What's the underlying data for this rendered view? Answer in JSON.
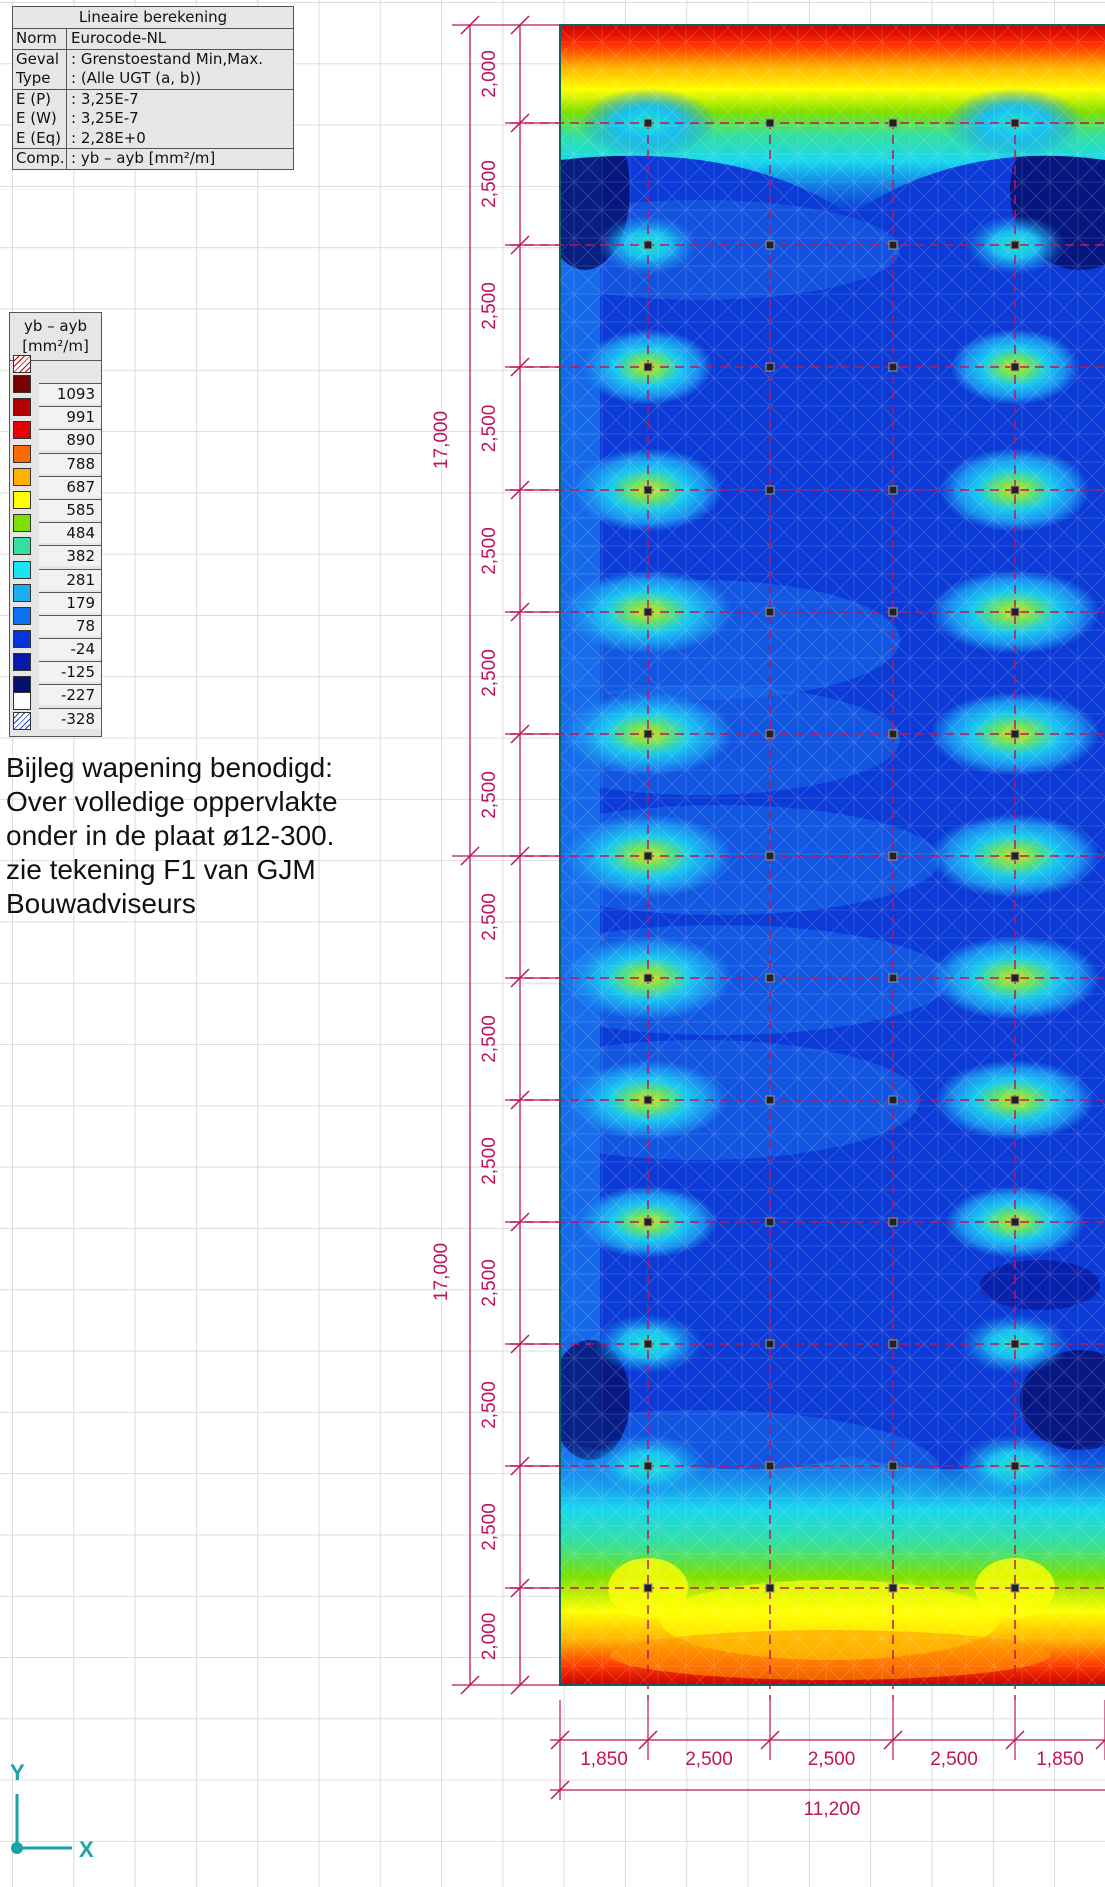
{
  "info_table": {
    "title": "Lineaire berekening",
    "rows": [
      {
        "key": "Norm",
        "value": "Eurocode-NL"
      },
      {
        "key": "Geval",
        "value": ": Grenstoestand Min,Max."
      },
      {
        "key": "Type",
        "value": ": (Alle UGT  (a, b))"
      },
      {
        "key": "E (P)",
        "value": ": 3,25E-7"
      },
      {
        "key": "E (W)",
        "value": ": 3,25E-7"
      },
      {
        "key": "E (Eq)",
        "value": ": 2,28E+0"
      },
      {
        "key": "Comp.",
        "value": ": yb – ayb [mm²/m]"
      }
    ]
  },
  "legend": {
    "title_line1": "yb – ayb",
    "title_line2": "[mm²/m]",
    "items": [
      {
        "value": "1093",
        "color": "#7a0000"
      },
      {
        "value": "991",
        "color": "#b30000"
      },
      {
        "value": "890",
        "color": "#e80000"
      },
      {
        "value": "788",
        "color": "#ff6a00"
      },
      {
        "value": "687",
        "color": "#ffb000"
      },
      {
        "value": "585",
        "color": "#ffff00"
      },
      {
        "value": "484",
        "color": "#7ee000"
      },
      {
        "value": "382",
        "color": "#33e0a0"
      },
      {
        "value": "281",
        "color": "#19e4f0"
      },
      {
        "value": "179",
        "color": "#1aaef0"
      },
      {
        "value": "78",
        "color": "#0d70ee"
      },
      {
        "value": "-24",
        "color": "#0a32dc"
      },
      {
        "value": "-125",
        "color": "#0818a8"
      },
      {
        "value": "-227",
        "color": "#061070"
      },
      {
        "value": "-328",
        "color": "#ffffff"
      }
    ]
  },
  "note": {
    "lines": [
      "Bijleg wapening benodigd:",
      "Over volledige oppervlakte",
      "onder in de plaat ø12-300.",
      "zie tekening F1 van GJM",
      "Bouwadviseurs"
    ]
  },
  "dimensions": {
    "vertical_total_top": "17,000",
    "vertical_total_bottom": "17,000",
    "vertical_segments": [
      "2,000",
      "2,500",
      "2,500",
      "2,500",
      "2,500",
      "2,500",
      "2,500",
      "2,500",
      "2,500",
      "2,500",
      "2,500",
      "2,500",
      "2,500",
      "2,000"
    ],
    "horizontal_segments": [
      "1,850",
      "2,500",
      "2,500",
      "2,500",
      "1,850"
    ],
    "horizontal_total": "11,200"
  },
  "axes": {
    "y_label": "Y",
    "x_label": "X"
  },
  "colors": {
    "dimension": "#c0145a",
    "axis": "#18a3a8"
  }
}
